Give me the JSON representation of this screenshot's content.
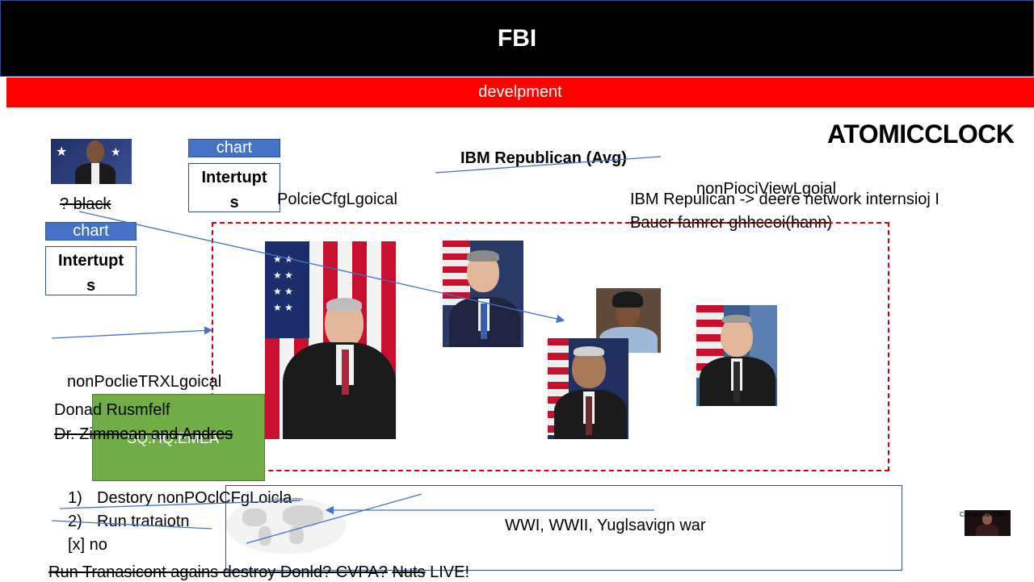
{
  "header": {
    "title": "FBI"
  },
  "subheader": {
    "label": "develpment"
  },
  "corner_title": "ATOMICCLOCK",
  "widgets": {
    "chart_btn_1": "chart",
    "chart_btn_2": "chart",
    "interrupts_top_1": "Intertupt",
    "interrupts_bottom_1": "s",
    "interrupts_top_2": "Intertupt",
    "interrupts_bottom_2": "s"
  },
  "notes": {
    "black": "? black",
    "policie_cfg": "PolcieCfgLgoical",
    "ibm_republican_avg": "IBM Republican (Avg)",
    "non_pioci_view": "nonPiociViewLgoial",
    "ibm_repulican_line": "IBM Repulican -> deere network internsioj I",
    "bauer_line": "Bauer famrer ghhceoi(hann)",
    "non_poclie_trx": "nonPoclieTRXLgoical",
    "donad": "Donad Rusmfelf",
    "zimmean": "Dr. Zimmean and Andres",
    "sq_label": "SQ.HQ.EMEA",
    "wars": "WWI, WWII, Yuglsavign war",
    "map_caption": "Major Countries",
    "tiny_caption": "Cell phone 1986"
  },
  "steps": {
    "item1_num": "1)",
    "item1": "Destory nonPOclCFgLoicla",
    "item2_num": "2)",
    "item2": "Run trataiotn",
    "item3": "[x] no"
  },
  "footer": {
    "run_text": "Run Tranasicont agains destroy Donld? CVPA?",
    "nuts": "Nuts",
    "live": "LIVE!"
  },
  "colors": {
    "header_bg": "#000000",
    "subheader_bg": "#ff0000",
    "chart_btn": "#4472c4",
    "dashed_box": "#d00000",
    "green_box": "#70ad47",
    "arrow": "#4472c4"
  },
  "icons": [
    "portrait-photo",
    "world-map",
    "arrow-line"
  ]
}
